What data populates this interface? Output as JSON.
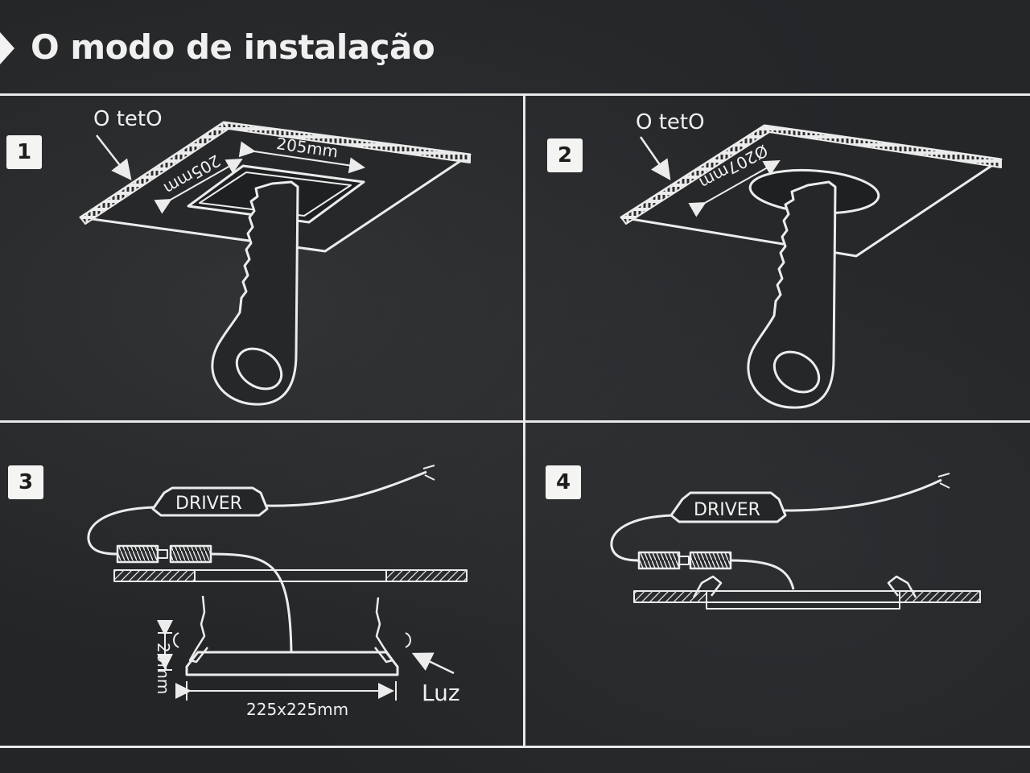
{
  "header": {
    "title": "O modo de instalação"
  },
  "steps": [
    {
      "number": "1",
      "ceiling_label": "O tetO",
      "dimension_width": "205mm",
      "dimension_depth": "205mm"
    },
    {
      "number": "2",
      "ceiling_label": "O tetO",
      "dimension_diameter": "Ø207mm"
    },
    {
      "number": "3",
      "driver_label": "DRIVER",
      "height_label": "20mm",
      "size_label": "225x225mm",
      "light_label": "Luz"
    },
    {
      "number": "4",
      "driver_label": "DRIVER"
    }
  ],
  "colors": {
    "background": "#232527",
    "line_art": "#ececec",
    "label_box": "#f4f4f2"
  }
}
